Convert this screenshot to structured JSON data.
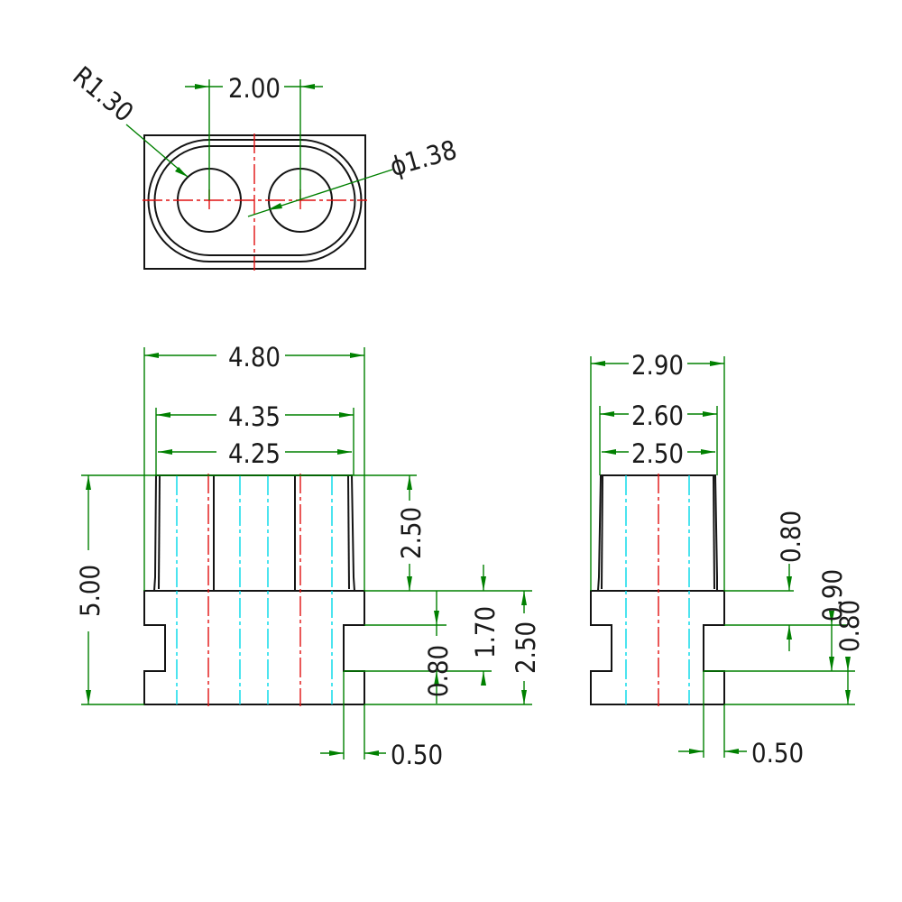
{
  "top_view": {
    "radius_label": "R1.30",
    "hole_spacing_label": "2.00",
    "hole_diameter_label": "ϕ1.38"
  },
  "front_view": {
    "overall_width_label": "4.80",
    "upper_width_label": "4.35",
    "upper_inner_width_label": "4.25",
    "overall_height_label": "5.00",
    "upper_height_label": "2.50",
    "base_height_label": "2.50",
    "groove_bottom_label": "1.70",
    "groove_height_label": "0.80",
    "groove_depth_label": "0.50"
  },
  "side_view": {
    "overall_width_label": "2.90",
    "upper_width_label": "2.60",
    "upper_inner_width_label": "2.50",
    "collar_height_label": "0.80",
    "groove_offset_label": "0.90",
    "groove_height_label": "0.80",
    "groove_depth_label": "0.50"
  },
  "colors": {
    "outline": "#141414",
    "dimension": "#008000",
    "centerline": "#e01010",
    "hidden_line": "#00d8e8"
  }
}
